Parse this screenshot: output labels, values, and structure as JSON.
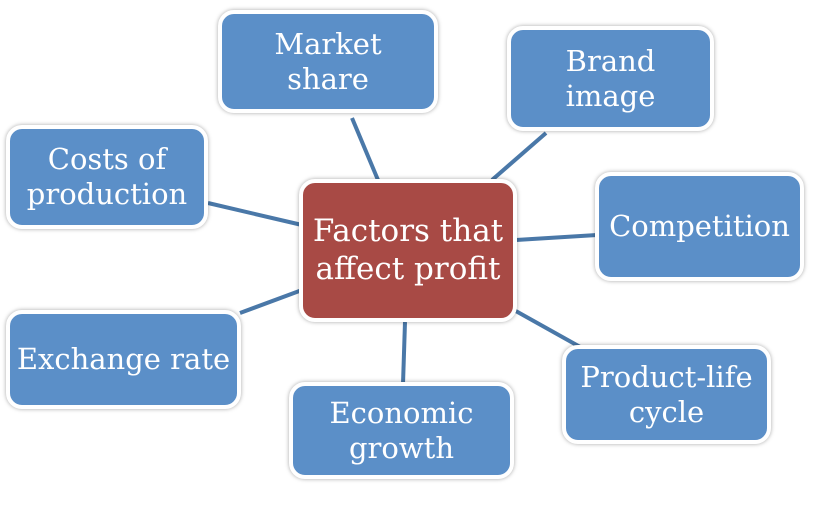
{
  "colors": {
    "node": "#5b8fc8",
    "center": "#a84a45",
    "connector": "#4a78a8"
  },
  "center": {
    "label": "Factors that affect profit"
  },
  "nodes": {
    "market_share": "Market share",
    "brand_image": "Brand image",
    "costs_of_production": "Costs of production",
    "competition": "Competition",
    "exchange_rate": "Exchange rate",
    "economic_growth": "Economic growth",
    "product_life_cycle": "Product-life cycle"
  }
}
